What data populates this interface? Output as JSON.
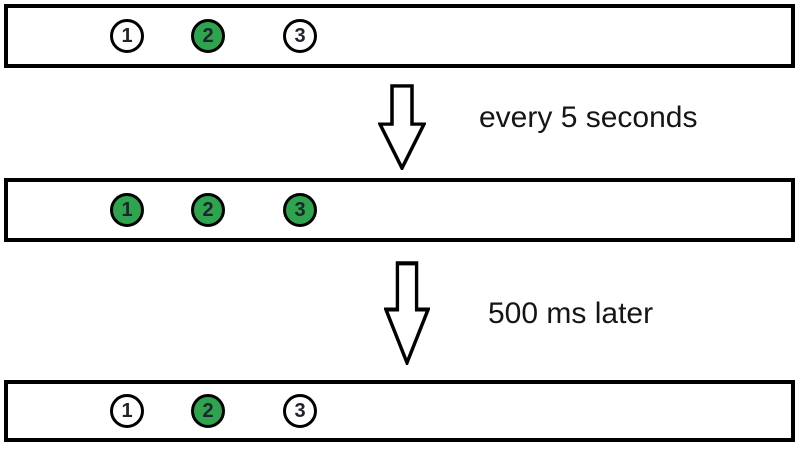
{
  "diagram": {
    "states": [
      {
        "name": "state-initial",
        "leds": [
          {
            "label": "1",
            "on": false
          },
          {
            "label": "2",
            "on": true
          },
          {
            "label": "3",
            "on": false
          }
        ]
      },
      {
        "name": "state-all-on",
        "leds": [
          {
            "label": "1",
            "on": true
          },
          {
            "label": "2",
            "on": true
          },
          {
            "label": "3",
            "on": true
          }
        ]
      },
      {
        "name": "state-back-to-initial",
        "leds": [
          {
            "label": "1",
            "on": false
          },
          {
            "label": "2",
            "on": true
          },
          {
            "label": "3",
            "on": false
          }
        ]
      }
    ],
    "transitions": [
      {
        "icon": "down-arrow-icon",
        "label": "every 5 seconds"
      },
      {
        "icon": "down-arrow-icon",
        "label": "500 ms later"
      }
    ],
    "colors": {
      "led_on": "#2EA44E",
      "led_off": "#FFFFFF",
      "stroke": "#000000",
      "text": "#151515"
    }
  }
}
